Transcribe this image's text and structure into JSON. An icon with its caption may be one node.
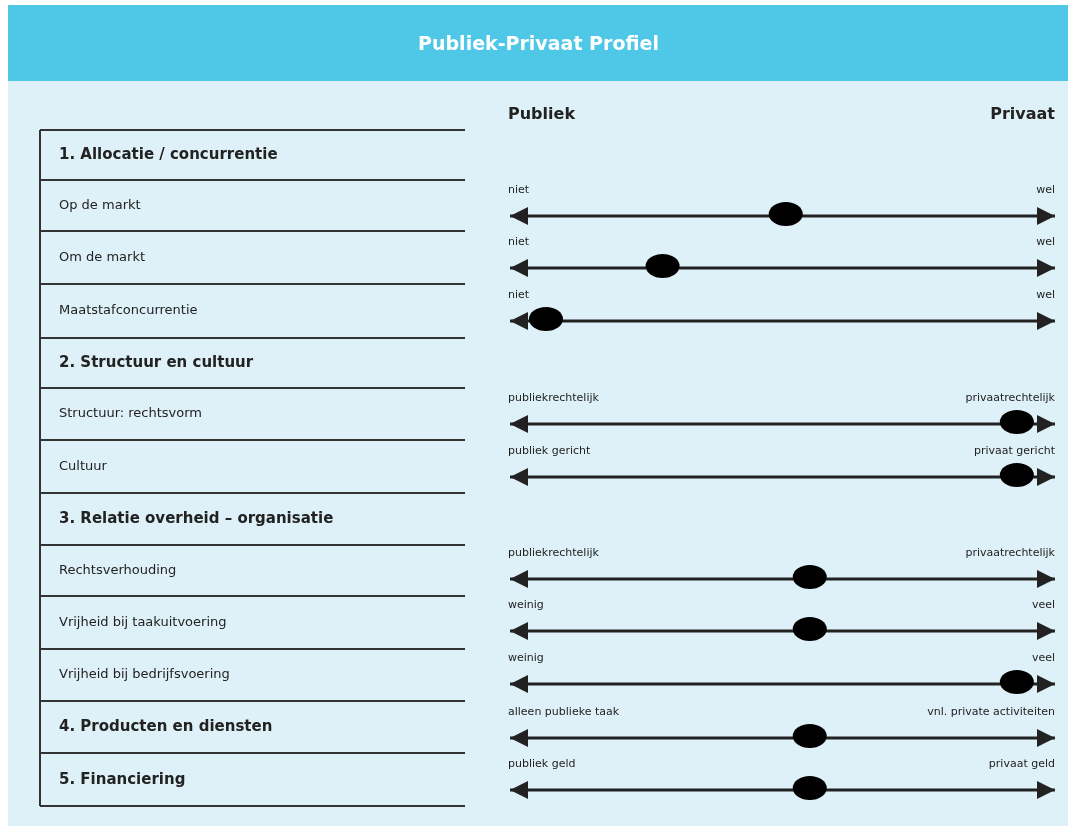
{
  "diagram": {
    "title": "Publiek-Privaat Profiel",
    "labels": [
      "Publiek",
      "Privaat",
      "1. Allocatie / concurrentie",
      "Op de markt",
      "niet",
      "wel",
      "Om de markt",
      "niet",
      "wel",
      "Maatstafconcurrentie",
      "niet",
      "wel",
      "2. Structuur en cultuur",
      "Structuur: rechtsvorm",
      "publiekrechtelijk",
      "privaatrechtelijk",
      "Cultuur",
      "publiek gericht",
      "privaat gericht",
      "3. Relatie overheid – organisatie",
      "Rechtsverhouding",
      "publiekrechtelijk",
      "privaatrechtelijk",
      "Vrijheid bij taakuitvoering",
      "weinig",
      "veel",
      "Vrijheid bij bedrijfsvoering",
      "weinig",
      "veel",
      "4. Producten en diensten",
      "alleen publieke taak",
      "vnl. private activiteiten",
      "5. Financiering",
      "publiek geld",
      "privaat geld"
    ]
  }
}
